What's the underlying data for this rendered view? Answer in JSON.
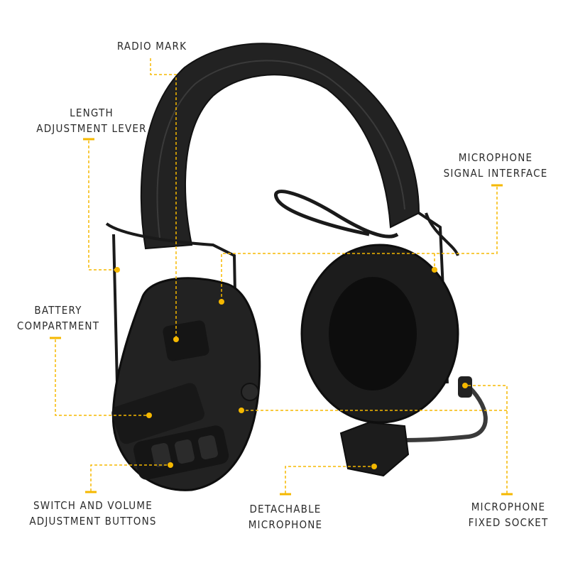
{
  "colors": {
    "accent": "#f5b800",
    "label_text": "#2b2b2b",
    "product": "#1b1b1b",
    "background": "#ffffff"
  },
  "labels": {
    "radio_mark": {
      "line1": "RADIO MARK"
    },
    "length_adjustment_lever": {
      "line1": "LENGTH",
      "line2": "ADJUSTMENT LEVER"
    },
    "battery_compartment": {
      "line1": "BATTERY",
      "line2": "COMPARTMENT"
    },
    "switch_volume_buttons": {
      "line1": "SWITCH AND VOLUME",
      "line2": "ADJUSTMENT BUTTONS"
    },
    "detachable_microphone": {
      "line1": "DETACHABLE",
      "line2": "MICROPHONE"
    },
    "microphone_signal_interface": {
      "line1": "MICROPHONE",
      "line2": "SIGNAL INTERFACE"
    },
    "microphone_fixed_socket": {
      "line1": "MICROPHONE",
      "line2": "FIXED SOCKET"
    }
  }
}
